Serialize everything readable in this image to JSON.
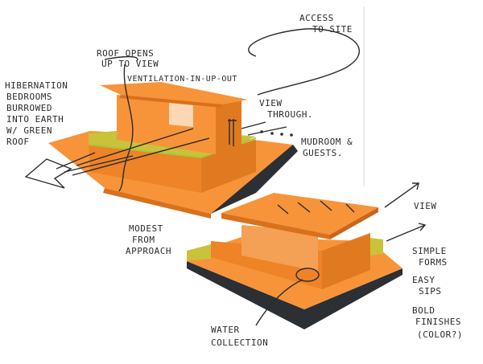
{
  "colors": {
    "paper": "#ffffff",
    "orange_light": "#f7943a",
    "orange_mid": "#ee8327",
    "orange_dark": "#d9701c",
    "green_roof": "#c9c23a",
    "green_line": "#a6c83a",
    "shadow_base": "#2c2f33",
    "ink": "#2b2b2b"
  },
  "notes": {
    "access_to_site": [
      "ACCESS",
      "TO SITE"
    ],
    "roof_opens": [
      "ROOF OPENS",
      "UP TO VIEW"
    ],
    "ventilation": "VENTILATION-IN-UP-OUT",
    "hibernation": [
      "HIBERNATION",
      "BEDROOMS",
      "BURROWED",
      "INTO EARTH",
      "W/ GREEN",
      "ROOF"
    ],
    "view_through": [
      "VIEW",
      "THROUGH."
    ],
    "mudroom": [
      "MUDROOM &",
      "GUESTS."
    ],
    "view_2": "VIEW",
    "modest": [
      "MODEST",
      "FROM",
      "APPROACH"
    ],
    "features": [
      "SIMPLE",
      "FORMS",
      "EASY",
      "SIPS",
      "BOLD",
      "FINISHES",
      "(COLOR?)"
    ],
    "water": [
      "WATER",
      "COLLECTION"
    ]
  }
}
